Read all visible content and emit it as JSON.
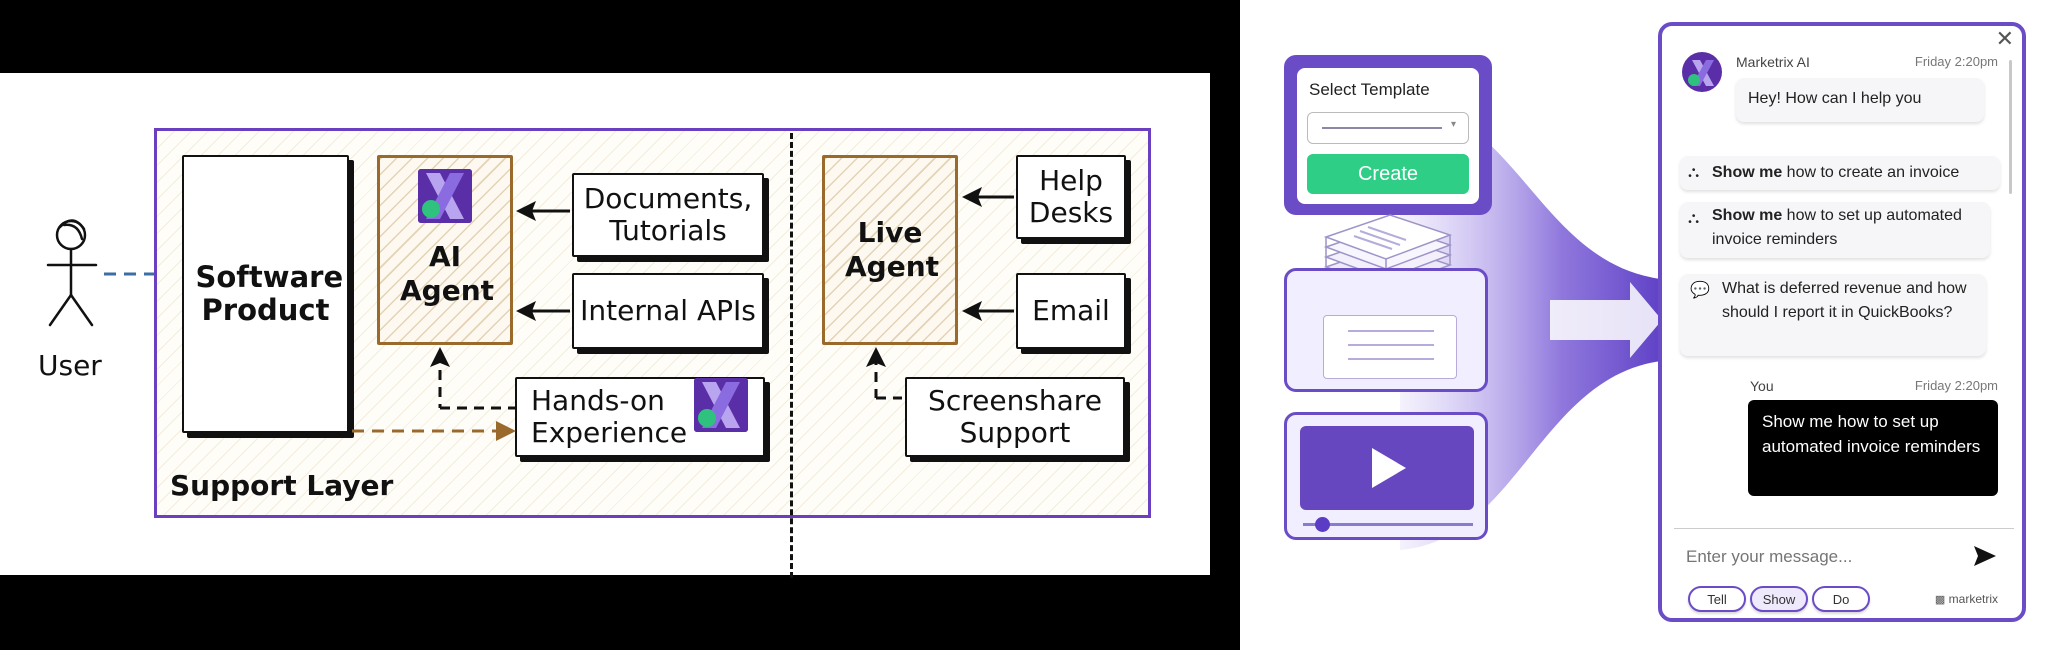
{
  "diagram": {
    "user_label": "User",
    "software_product": "Software Product",
    "ai_agent": "AI Agent",
    "documents": "Documents, Tutorials",
    "internal_apis": "Internal APIs",
    "hands_on": "Hands-on Experience",
    "support_layer": "Support Layer",
    "live_agent": "Live Agent",
    "help_desks": "Help Desks",
    "email": "Email",
    "screenshare": "Screenshare Support",
    "colors": {
      "layer_border": "#6a3fc0",
      "ai_box": "#9a6a2c",
      "dashed_arrow_blue": "#3b6ea5",
      "dashed_arrow_brown": "#9a6a2c"
    }
  },
  "illustration": {
    "template_title": "Select Template",
    "create_button": "Create",
    "icons": [
      "dropdown-icon",
      "stacked-papers-icon",
      "document-icon",
      "play-icon",
      "arrow-right-icon"
    ]
  },
  "chat": {
    "assistant_name": "Marketrix AI",
    "assistant_time": "Friday 2:20pm",
    "greeting": "Hey! How can I help you",
    "suggestion_1_bold": "Show me",
    "suggestion_1_text": " how to create an invoice",
    "suggestion_2_bold": "Show me",
    "suggestion_2_text": " how to set up automated invoice reminders",
    "suggestion_3_text": "What is deferred revenue and how should I report it in QuickBooks?",
    "user_name": "You",
    "user_time": "Friday 2:20pm",
    "user_message": "Show me how to set up automated invoice reminders",
    "input_placeholder": "Enter your message...",
    "mode_tell": "Tell",
    "mode_show": "Show",
    "mode_do": "Do",
    "brand": "marketrix",
    "accent": "#6b4cc7"
  }
}
